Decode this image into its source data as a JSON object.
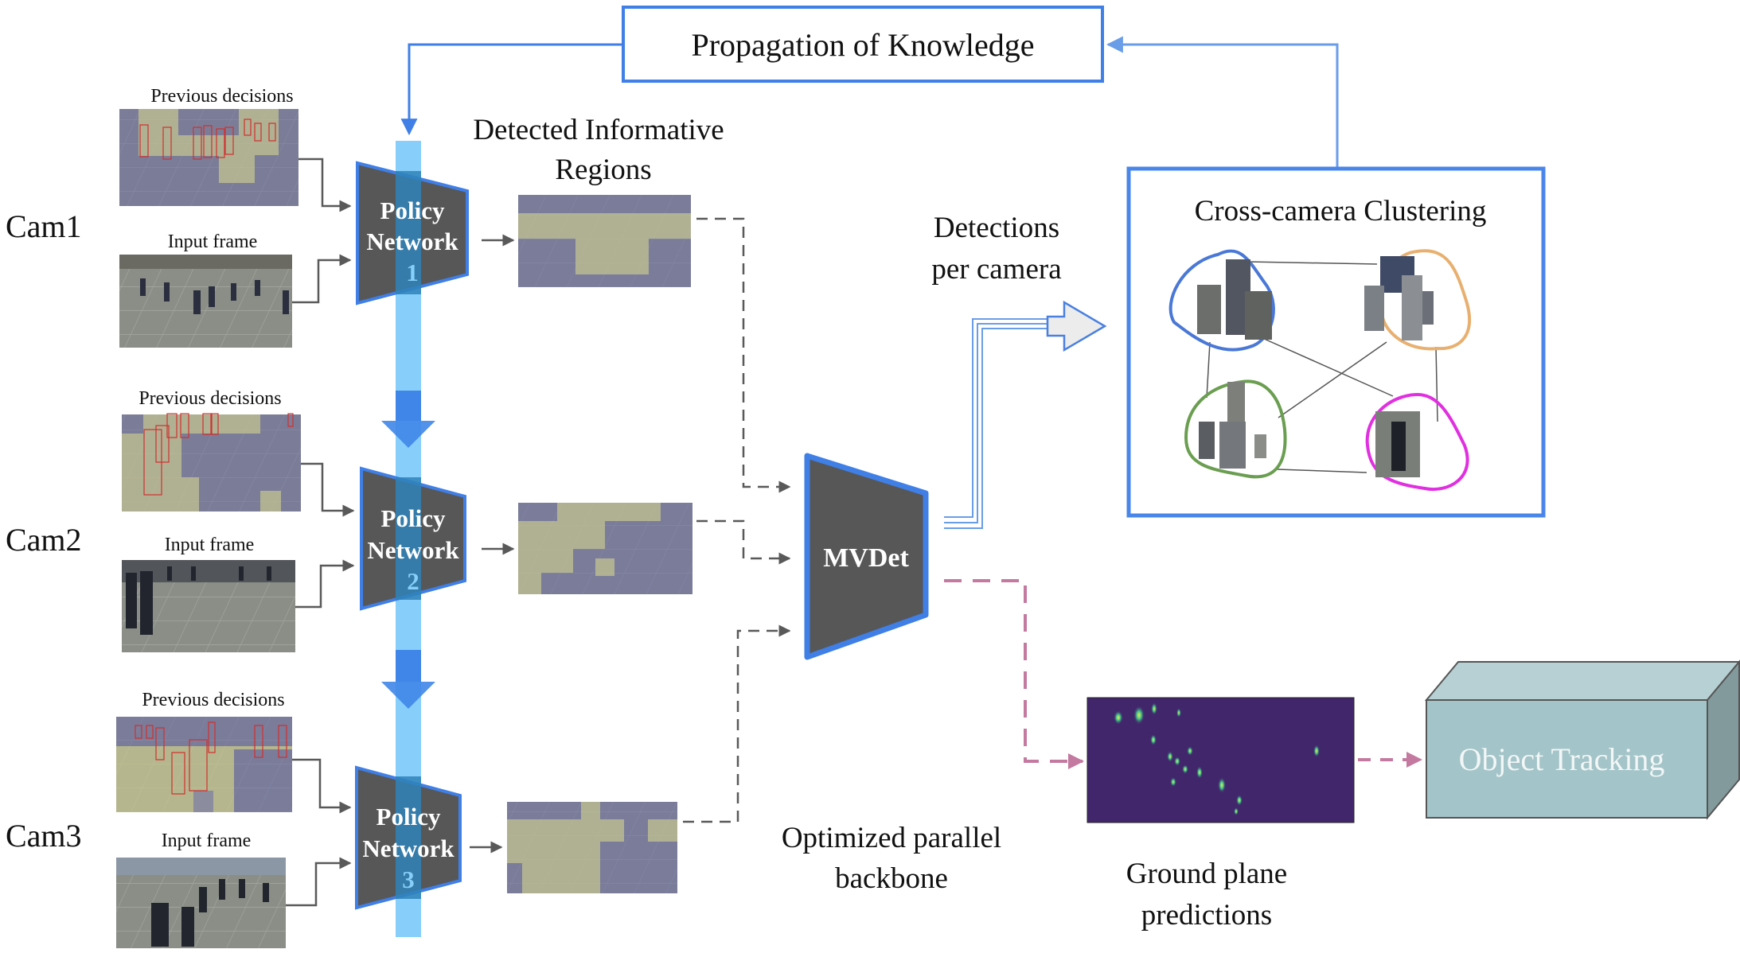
{
  "diagram": {
    "propagation_label": "Propagation of Knowledge",
    "detected_regions_label_line1": "Detected Informative",
    "detected_regions_label_line2": "Regions",
    "detections_label_line1": "Detections",
    "detections_label_line2": "per camera",
    "clustering_title": "Cross-camera Clustering",
    "backbone_label_line1": "Optimized parallel",
    "backbone_label_line2": "backbone",
    "mvdet_label": "MVDet",
    "ground_plane_label_line1": "Ground plane",
    "ground_plane_label_line2": "predictions",
    "tracking_label": "Object Tracking",
    "cameras": [
      {
        "name": "Cam1",
        "prev_label": "Previous decisions",
        "input_label": "Input frame",
        "policy_line1": "Policy",
        "policy_line2": "Network",
        "policy_index": "1"
      },
      {
        "name": "Cam2",
        "prev_label": "Previous decisions",
        "input_label": "Input frame",
        "policy_line1": "Policy",
        "policy_line2": "Network",
        "policy_index": "2"
      },
      {
        "name": "Cam3",
        "prev_label": "Previous decisions",
        "input_label": "Input frame",
        "policy_line1": "Policy",
        "policy_line2": "Network",
        "policy_index": "3"
      }
    ],
    "cluster_colors": [
      "#4a78d6",
      "#e8b070",
      "#6a9e50",
      "#e030e0"
    ],
    "colors": {
      "accent_blue": "#3f7fe6",
      "bar_light_blue": "#87cffa",
      "network_fill": "#575757",
      "dashed_pink": "#c47aa0",
      "tracking_fill": "#a3c4c8",
      "ground_plane_bg": "#42266b"
    }
  }
}
